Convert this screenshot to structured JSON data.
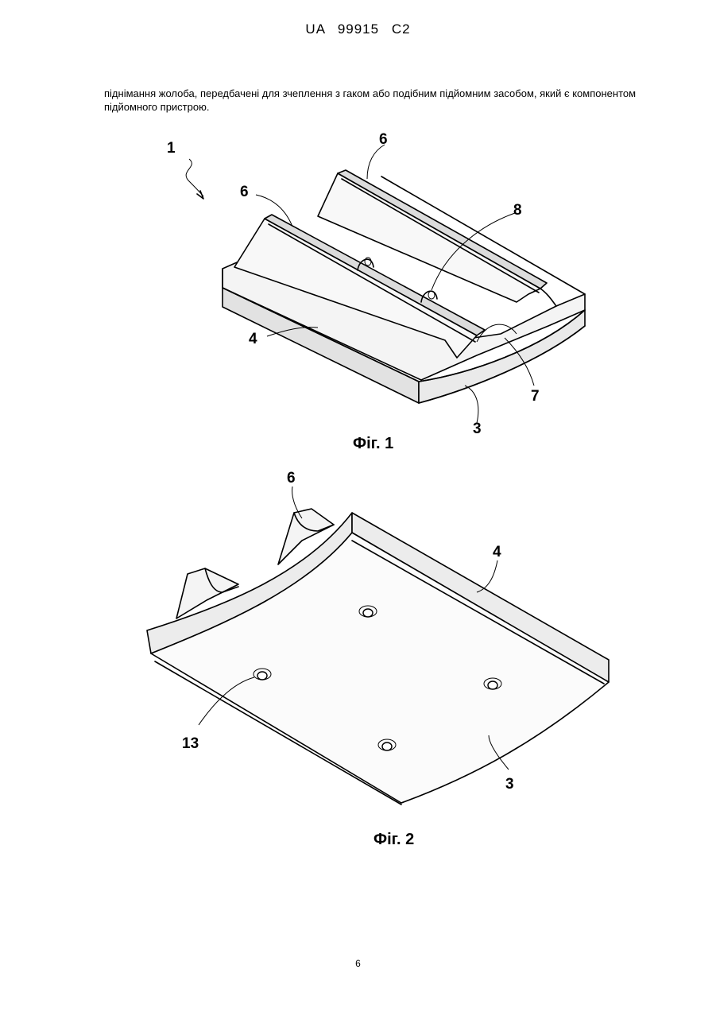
{
  "header": {
    "doc_id": "UA   99915   C2"
  },
  "text": {
    "paragraph": "піднімання жолоба, передбачені для зчеплення з гаком або подібним підйомним засобом, який є компонентом підйомного пристрою."
  },
  "figure1": {
    "caption": "Фіг. 1",
    "labels": {
      "assembly": "1",
      "rib_left": "6",
      "rib_right": "6",
      "lug": "8",
      "plate": "4",
      "surface": "7",
      "base": "3"
    }
  },
  "figure2": {
    "caption": "Фіг. 2",
    "labels": {
      "rib": "6",
      "plate": "4",
      "bolt": "13",
      "base": "3"
    }
  },
  "footer": {
    "page_number": "6"
  }
}
